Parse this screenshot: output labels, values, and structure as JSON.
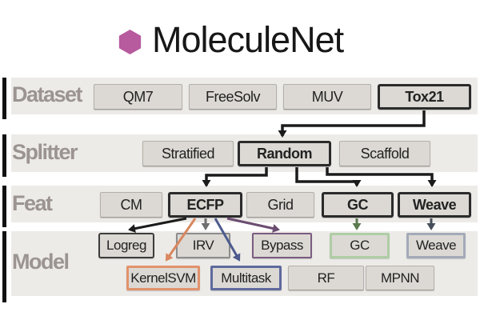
{
  "title": {
    "text": "MoleculeNet"
  },
  "palette": {
    "hexagon": "#b75a9e",
    "flow": "#1b1b1b",
    "orange": "#d8875f",
    "gray": "#6f6f6f",
    "blue": "#4d5b8e",
    "purple": "#6b4c71",
    "green": "#5c7a4e",
    "slate": "#474d59",
    "band_bg": "#edebe8",
    "box_bg": "#dcd9d4",
    "box_border": "#b4afa9",
    "highlight_border": "#2b2b2b",
    "row_label_color": "#9b9490"
  },
  "rows": [
    {
      "label": "Dataset",
      "items": [
        {
          "label": "QM7",
          "selected": false
        },
        {
          "label": "FreeSolv",
          "selected": false
        },
        {
          "label": "MUV",
          "selected": false
        },
        {
          "label": "Tox21",
          "selected": true
        }
      ]
    },
    {
      "label": "Splitter",
      "items": [
        {
          "label": "Stratified",
          "selected": false
        },
        {
          "label": "Random",
          "selected": true
        },
        {
          "label": "Scaffold",
          "selected": false
        }
      ]
    },
    {
      "label": "Feat",
      "items": [
        {
          "label": "CM",
          "selected": false
        },
        {
          "label": "ECFP",
          "selected": true
        },
        {
          "label": "Grid",
          "selected": false
        },
        {
          "label": "GC",
          "selected": true
        },
        {
          "label": "Weave",
          "selected": true
        }
      ]
    },
    {
      "label": "Model",
      "items": [
        {
          "label": "Logreg",
          "accent": "dark"
        },
        {
          "label": "IRV",
          "accent": "gray"
        },
        {
          "label": "Bypass",
          "accent": "purple"
        },
        {
          "label": "GC",
          "accent": "green"
        },
        {
          "label": "Weave",
          "accent": "slate"
        },
        {
          "label": "KernelSVM",
          "accent": "orange"
        },
        {
          "label": "Multitask",
          "accent": "blue"
        },
        {
          "label": "RF",
          "accent": "none"
        },
        {
          "label": "MPNN",
          "accent": "none"
        }
      ]
    }
  ],
  "connections": [
    {
      "from": "Tox21",
      "to": "Random",
      "color": "#1b1b1b"
    },
    {
      "from": "Random",
      "to": "ECFP",
      "color": "#1b1b1b"
    },
    {
      "from": "Random",
      "to": "GC",
      "color": "#1b1b1b"
    },
    {
      "from": "Random",
      "to": "Weave",
      "color": "#1b1b1b"
    },
    {
      "from": "ECFP",
      "to": "Logreg",
      "color": "#1b1b1b"
    },
    {
      "from": "ECFP",
      "to": "KernelSVM",
      "color": "#d8875f"
    },
    {
      "from": "ECFP",
      "to": "IRV",
      "color": "#6f6f6f"
    },
    {
      "from": "ECFP",
      "to": "Multitask",
      "color": "#4d5b8e"
    },
    {
      "from": "ECFP",
      "to": "Bypass",
      "color": "#6b4c71"
    },
    {
      "from": "GC",
      "to": "GC",
      "color": "#5c7a4e"
    },
    {
      "from": "Weave",
      "to": "Weave",
      "color": "#474d59"
    }
  ]
}
